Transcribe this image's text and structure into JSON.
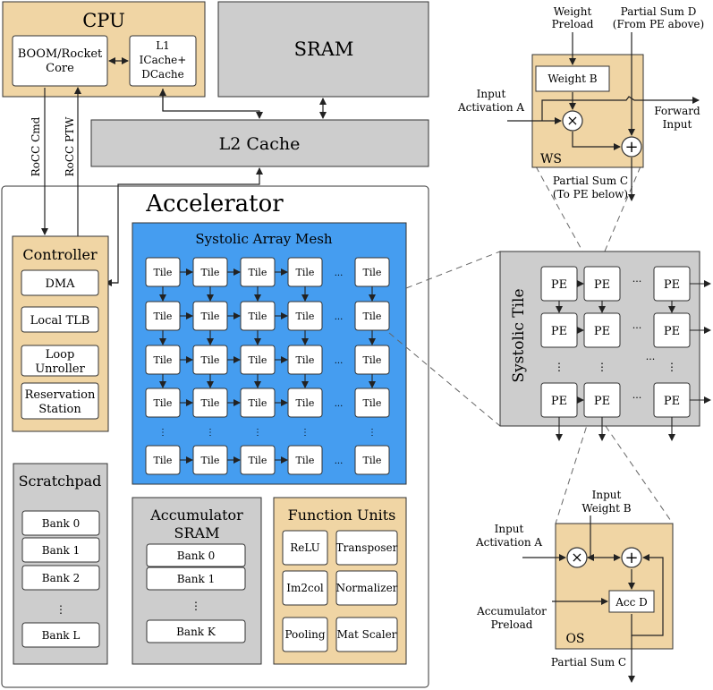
{
  "colors": {
    "tan": "#f0d5a4",
    "gray": "#cdcdcd",
    "blue": "#459df0",
    "white": "#ffffff",
    "line": "#333333",
    "dash": "#666666"
  },
  "cpu": {
    "title": "CPU",
    "core": [
      "BOOM/Rocket",
      "Core"
    ],
    "cache": [
      "L1",
      "ICache+",
      "DCache"
    ]
  },
  "sram": {
    "title": "SRAM"
  },
  "l2": {
    "title": "L2  Cache"
  },
  "rocc": {
    "cmd": "RoCC Cmd",
    "ptw": "RoCC PTW"
  },
  "accelerator": {
    "title": "Accelerator"
  },
  "controller": {
    "title": "Controller",
    "items": [
      [
        "DMA"
      ],
      [
        "Local  TLB"
      ],
      [
        "Loop",
        "Unroller"
      ],
      [
        "Reservation",
        "Station"
      ]
    ]
  },
  "mesh": {
    "title": "Systolic Array Mesh",
    "tile_label": "Tile",
    "ellipsis": "..."
  },
  "scratchpad": {
    "title": "Scratchpad",
    "banks": [
      "Bank 0",
      "Bank 1",
      "Bank 2",
      "Bank L"
    ],
    "ellipsis": "⋮"
  },
  "accumulator": {
    "title": [
      "Accumulator",
      "SRAM"
    ],
    "banks": [
      "Bank 0",
      "Bank 1",
      "Bank K"
    ],
    "ellipsis": "⋮"
  },
  "function_units": {
    "title": "Function Units",
    "items": [
      "ReLU",
      "Transposer",
      "Im2col",
      "Normalizer",
      "Pooling",
      "Mat Scaler"
    ]
  },
  "ws": {
    "label": "WS",
    "weight_box": "Weight B",
    "weight_preload": [
      "Weight",
      "Preload"
    ],
    "partial_sum_d": [
      "Partial Sum D",
      "(From PE above)"
    ],
    "input_activation": [
      "Input",
      "Activation A"
    ],
    "forward_input": [
      "Forward",
      "Input"
    ],
    "partial_sum_c": [
      "Partial Sum C",
      "(To PE below)"
    ],
    "mul": "×",
    "add": "+"
  },
  "systolic_tile": {
    "title": "Systolic Tile",
    "pe_label": "PE",
    "ellipsis": "...",
    "vellipsis": "⋮"
  },
  "os": {
    "label": "OS",
    "input_weight": [
      "Input",
      "Weight B"
    ],
    "input_activation": [
      "Input",
      "Activation A"
    ],
    "acc_box": "Acc D",
    "acc_preload": [
      "Accumulator",
      "Preload"
    ],
    "partial_sum_c": "Partial Sum C",
    "mul": "×",
    "add": "+"
  }
}
